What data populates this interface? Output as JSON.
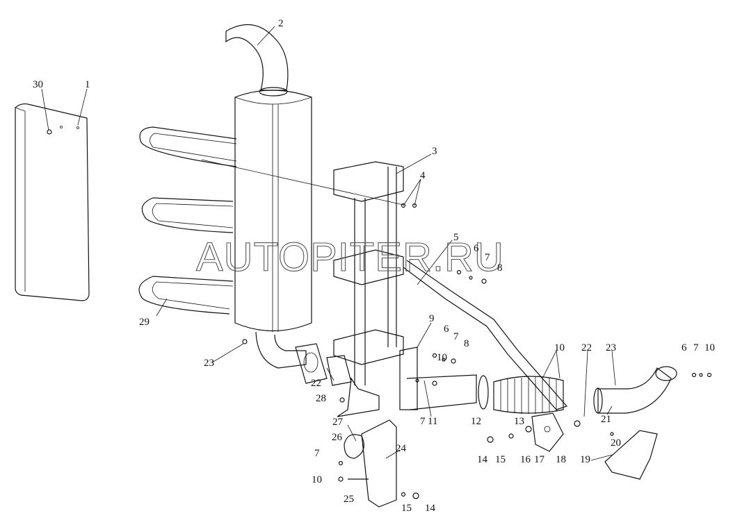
{
  "watermark": "AUTOPITER.RU",
  "callouts": [
    {
      "id": "c2",
      "text": "2"
    },
    {
      "id": "c30",
      "text": "30"
    },
    {
      "id": "c1",
      "text": "1"
    },
    {
      "id": "c3",
      "text": "3"
    },
    {
      "id": "c4",
      "text": "4"
    },
    {
      "id": "c5",
      "text": "5"
    },
    {
      "id": "c6a",
      "text": "6"
    },
    {
      "id": "c7a",
      "text": "7"
    },
    {
      "id": "c8a",
      "text": "8"
    },
    {
      "id": "c9",
      "text": "9"
    },
    {
      "id": "c6b",
      "text": "6"
    },
    {
      "id": "c7b",
      "text": "7"
    },
    {
      "id": "c8b",
      "text": "8"
    },
    {
      "id": "c10a",
      "text": "10"
    },
    {
      "id": "c10b",
      "text": "10"
    },
    {
      "id": "c22a",
      "text": "22"
    },
    {
      "id": "c23a",
      "text": "23"
    },
    {
      "id": "c6c",
      "text": "6"
    },
    {
      "id": "c7c",
      "text": "7"
    },
    {
      "id": "c10c",
      "text": "10"
    },
    {
      "id": "c23b",
      "text": "23"
    },
    {
      "id": "c22b",
      "text": "22"
    },
    {
      "id": "c28",
      "text": "28"
    },
    {
      "id": "c7d",
      "text": "7"
    },
    {
      "id": "c11",
      "text": "11"
    },
    {
      "id": "c12",
      "text": "12"
    },
    {
      "id": "c13",
      "text": "13"
    },
    {
      "id": "c21",
      "text": "21"
    },
    {
      "id": "c20",
      "text": "20"
    },
    {
      "id": "c27",
      "text": "27"
    },
    {
      "id": "c26",
      "text": "26"
    },
    {
      "id": "c24",
      "text": "24"
    },
    {
      "id": "c7e",
      "text": "7"
    },
    {
      "id": "c14a",
      "text": "14"
    },
    {
      "id": "c15a",
      "text": "15"
    },
    {
      "id": "c16",
      "text": "16"
    },
    {
      "id": "c17",
      "text": "17"
    },
    {
      "id": "c18",
      "text": "18"
    },
    {
      "id": "c19",
      "text": "19"
    },
    {
      "id": "c10d",
      "text": "10"
    },
    {
      "id": "c25",
      "text": "25"
    },
    {
      "id": "c15b",
      "text": "15"
    },
    {
      "id": "c14b",
      "text": "14"
    },
    {
      "id": "c29",
      "text": "29"
    }
  ]
}
